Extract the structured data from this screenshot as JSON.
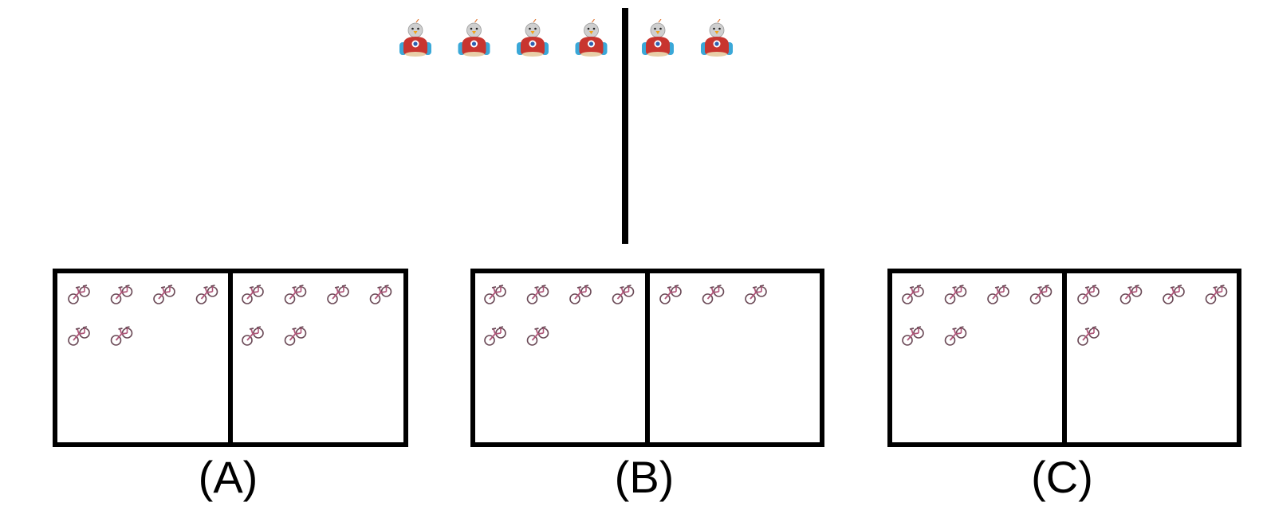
{
  "top_row": {
    "left_group": {
      "item_icon": "toy-car-bird-icon",
      "count": 4
    },
    "right_group": {
      "item_icon": "toy-car-bird-icon",
      "count": 2
    }
  },
  "options": [
    {
      "label": "(A)",
      "item_icon": "bicycle-icon",
      "left_count": 6,
      "right_count": 6
    },
    {
      "label": "(B)",
      "item_icon": "bicycle-icon",
      "left_count": 6,
      "right_count": 3
    },
    {
      "label": "(C)",
      "item_icon": "bicycle-icon",
      "left_count": 6,
      "right_count": 5
    }
  ],
  "colors": {
    "line": "#000000",
    "car_body": "#c8352f",
    "car_wheel": "#3aa8d8",
    "bird_head": "#c9c9c9",
    "beak": "#f0a21a",
    "bike": "#6b4a57"
  }
}
